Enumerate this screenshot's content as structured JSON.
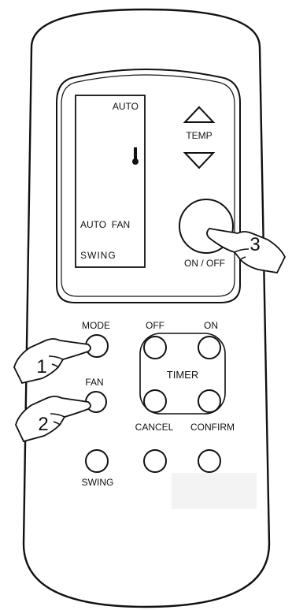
{
  "display": {
    "mode_indicator": "AUTO",
    "fan_indicator": "AUTO  FAN",
    "swing_indicator": "SWING"
  },
  "controls": {
    "temp_label": "TEMP",
    "onoff_label": "ON / OFF",
    "mode_label": "MODE",
    "fan_label": "FAN",
    "swing_label": "SWING",
    "timer_label": "TIMER",
    "timer_off_label": "OFF",
    "timer_on_label": "ON",
    "cancel_label": "CANCEL",
    "confirm_label": "CONFIRM"
  },
  "steps": {
    "step1": "1",
    "step2": "2",
    "step3": "3"
  },
  "icons": {
    "thermometer": "thermometer-icon",
    "temp_up": "triangle-up-icon",
    "temp_down": "triangle-down-icon",
    "pointing_hand": "pointing-hand-icon"
  }
}
